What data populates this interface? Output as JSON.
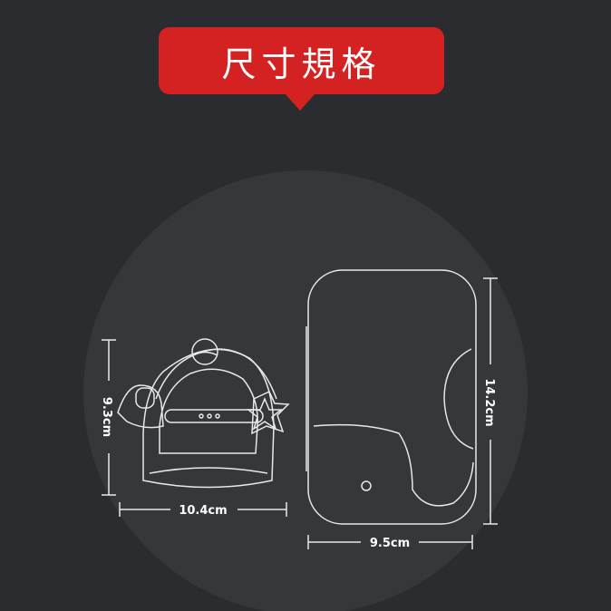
{
  "title": "尺寸規格",
  "colors": {
    "accent": "#d42222",
    "background": "#2a2c2f",
    "circle": "#35373b",
    "line": "#e8e8e8"
  },
  "teether": {
    "height_label": "9.3cm",
    "width_label": "10.4cm"
  },
  "case": {
    "height_label": "14.2cm",
    "width_label": "9.5cm"
  }
}
